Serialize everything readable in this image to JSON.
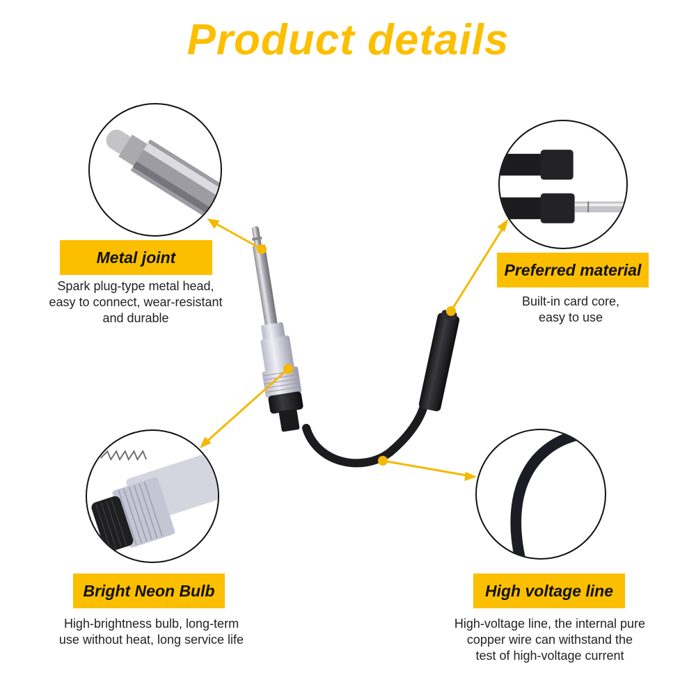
{
  "title": "Product details",
  "colors": {
    "accent": "#FBBF00",
    "text": "#222222",
    "circle_border": "#111111",
    "cable": "#1c1c1e",
    "metal": "#b9b9be"
  },
  "features": [
    {
      "id": "metal-joint",
      "label": "Metal joint",
      "description": [
        "Spark plug-type metal head,",
        "easy to connect, wear-resistant",
        "and durable"
      ],
      "icon": "metal-probe-closeup"
    },
    {
      "id": "preferred-material",
      "label": "Preferred material",
      "description": [
        "Built-in card core,",
        "easy to use"
      ],
      "icon": "rubber-boot-closeup"
    },
    {
      "id": "bright-neon-bulb",
      "label": "Bright Neon Bulb",
      "description": [
        "High-brightness bulb, long-term",
        "use without heat, long service life"
      ],
      "icon": "neon-bulb-closeup"
    },
    {
      "id": "high-voltage-line",
      "label": "High voltage line",
      "description": [
        "High-voltage line, the internal pure",
        "copper wire can withstand the",
        "test of high-voltage current"
      ],
      "icon": "cable-closeup"
    }
  ]
}
